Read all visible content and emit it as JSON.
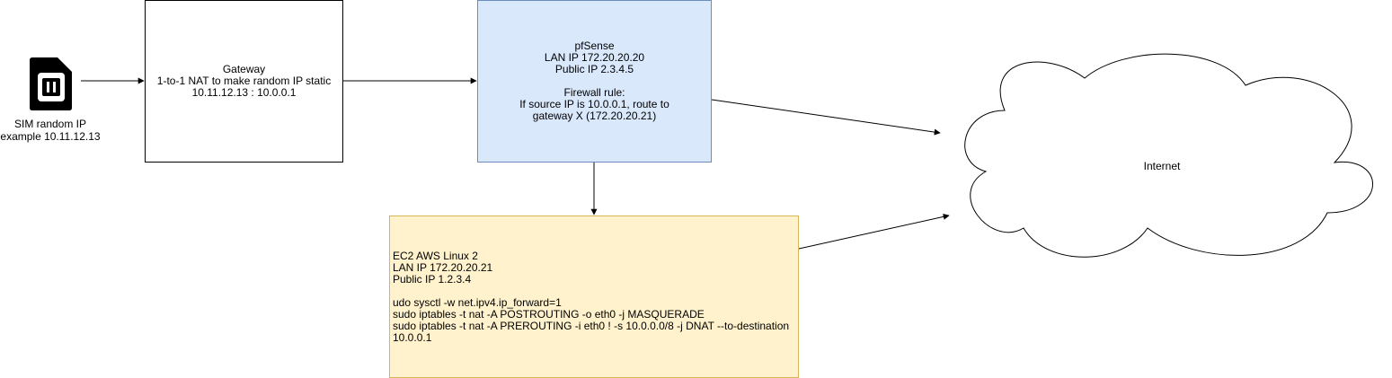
{
  "sim": {
    "icon": "sim-card-icon",
    "label_lines": [
      "SIM random IP",
      "example 10.11.12.13"
    ]
  },
  "gateway": {
    "lines": [
      "Gateway",
      "1-to-1 NAT to make random IP static",
      "10.11.12.13 : 10.0.0.1"
    ]
  },
  "pfsense": {
    "lines": [
      "pfSense",
      "LAN IP 172.20.20.20",
      "Public IP 2.3.4.5",
      "",
      "Firewall rule:",
      "If source IP is 10.0.0.1, route to",
      "gateway X (172.20.20.21)"
    ],
    "fill": "#dae8fc",
    "stroke": "#6c8ebf"
  },
  "ec2": {
    "lines": [
      "EC2 AWS Linux 2",
      "LAN IP 172.20.20.21",
      "Public IP 1.2.3.4",
      "",
      "udo sysctl -w net.ipv4.ip_forward=1",
      "sudo iptables -t nat -A POSTROUTING -o eth0 -j MASQUERADE",
      "sudo iptables -t nat -A PREROUTING -i eth0 ! -s 10.0.0.0/8 -j DNAT --to-destination",
      "10.0.0.1"
    ],
    "fill": "#fff2cc",
    "stroke": "#d6b656"
  },
  "internet": {
    "label": "Internet",
    "icon": "cloud-icon"
  }
}
